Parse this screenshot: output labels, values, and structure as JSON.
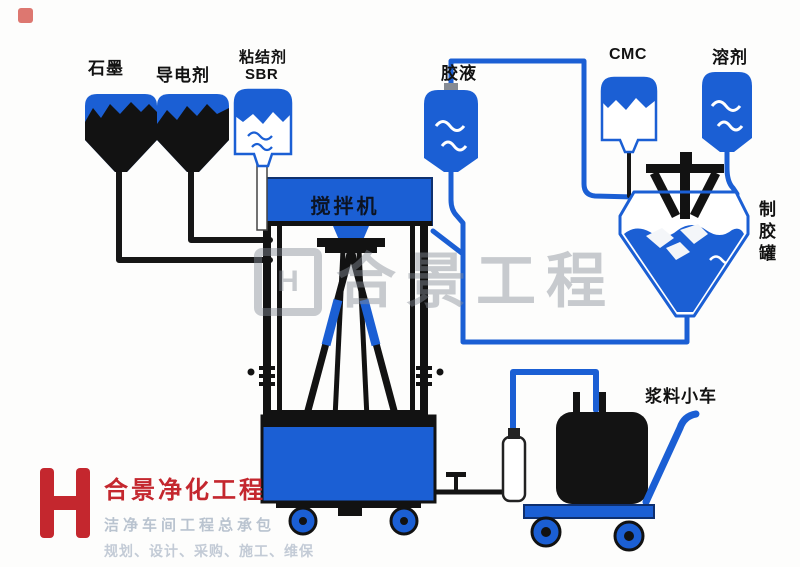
{
  "labels": {
    "graphite": "石墨",
    "conductive_agent": "导电剂",
    "binder": "粘结剂",
    "binder_sub": "SBR",
    "glue_liquid": "胶液",
    "cmc": "CMC",
    "solvent": "溶剂",
    "glue_tank": "制胶罐",
    "mixer": "搅拌机",
    "slurry_cart": "浆料小车"
  },
  "watermark": {
    "text": "合景工程",
    "logo_letter": "H"
  },
  "brand": {
    "name": "合景净化工程",
    "line1": "洁净车间工程总承包",
    "line2": "规划、设计、采购、施工、维保",
    "logo_letter": "H"
  },
  "colors": {
    "equipment_blue": "#1b5fd4",
    "equipment_black": "#121212",
    "brand_red": "#c4272e",
    "watermark_gray": "#868d97"
  }
}
